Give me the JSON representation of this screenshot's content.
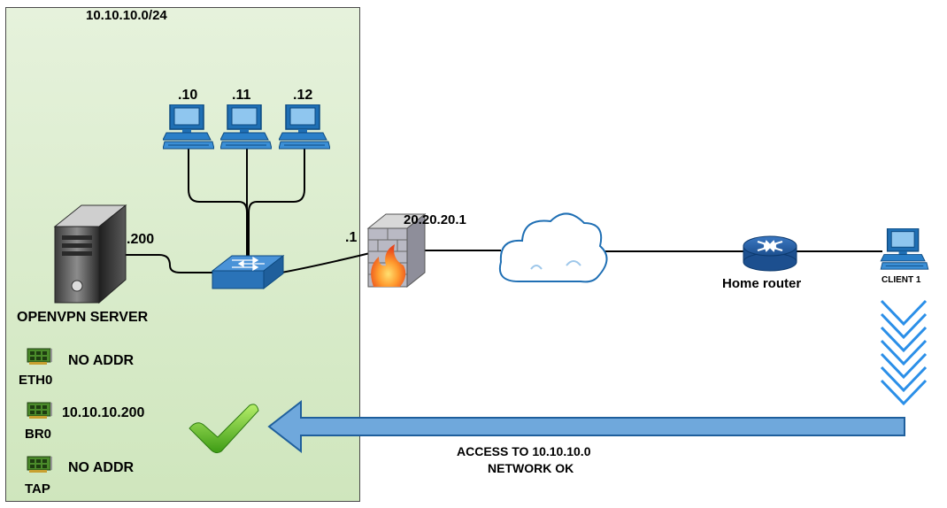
{
  "network": {
    "subnet_label": "10.10.10.0/24",
    "hosts": [
      {
        "label": ".10",
        "icon": "desktop-computer-icon"
      },
      {
        "label": ".11",
        "icon": "desktop-computer-icon"
      },
      {
        "label": ".12",
        "icon": "desktop-computer-icon"
      }
    ],
    "server_ip": ".200",
    "gateway_ip": ".1",
    "zone_color": "#d9ecc9"
  },
  "server": {
    "title": "OPENVPN SERVER",
    "icon": "server-tower-icon",
    "interfaces": [
      {
        "name": "ETH0",
        "address": "NO ADDR",
        "icon": "network-card-icon"
      },
      {
        "name": "BR0",
        "address": "10.10.10.200",
        "icon": "network-card-icon"
      },
      {
        "name": "TAP",
        "address": "NO ADDR",
        "icon": "network-card-icon"
      }
    ]
  },
  "firewall": {
    "public_ip": "20.20.20.1",
    "icon": "firewall-icon"
  },
  "internet": {
    "icon": "cloud-icon"
  },
  "home_router": {
    "label": "Home router",
    "icon": "router-icon"
  },
  "client": {
    "label": "CLIENT 1",
    "icon": "desktop-computer-icon"
  },
  "result": {
    "line1": "ACCESS TO 10.10.10.0",
    "line2": "NETWORK OK",
    "icon": "green-checkmark-icon",
    "arrow_color": "#6fa8dc",
    "chevron_color": "#2b8fe8"
  }
}
